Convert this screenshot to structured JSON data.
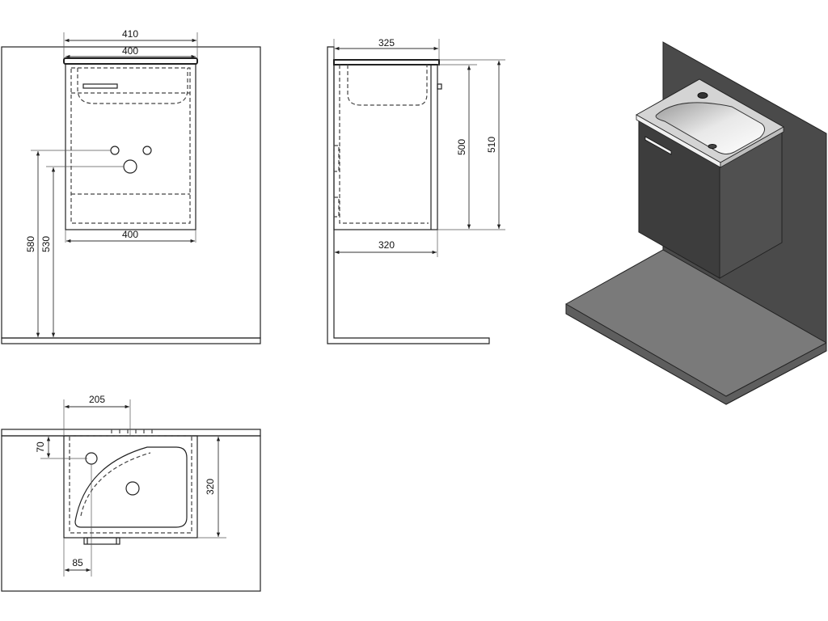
{
  "front_view": {
    "width_top": "410",
    "width_basin": "400",
    "width_bottom": "400",
    "height_top": "580",
    "height_pipe": "530"
  },
  "side_view": {
    "depth_top": "325",
    "depth_bottom": "320",
    "height_cabinet": "500",
    "height_total": "510"
  },
  "plan_view": {
    "offset_center": "205",
    "offset_front": "70",
    "depth": "320",
    "offset_tap": "85"
  },
  "colors": {
    "wall": "#4a4a4a",
    "floor": "#7a7a7a",
    "cabinet_front": "#3d3d3d",
    "cabinet_side": "#505050",
    "basin": "#e6e6e6"
  }
}
